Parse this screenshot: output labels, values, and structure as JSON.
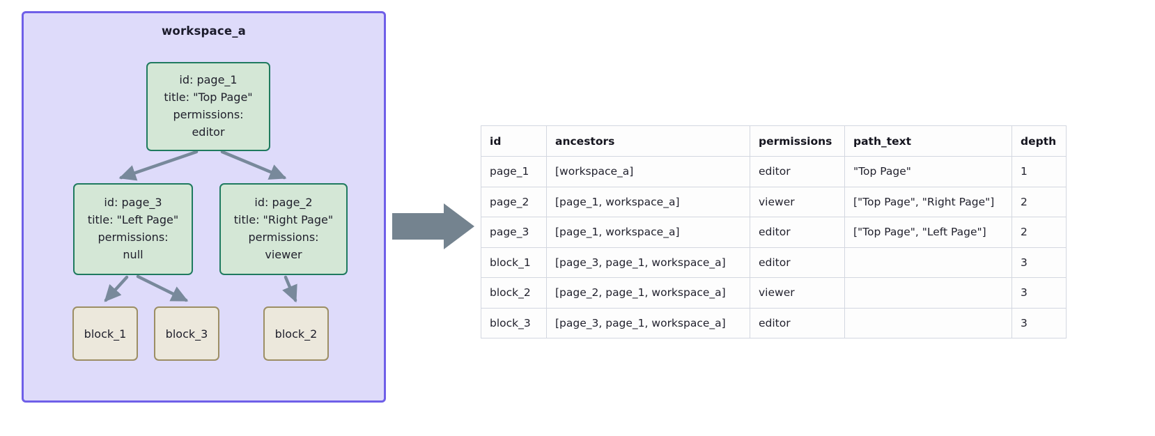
{
  "workspace": {
    "title": "workspace_a",
    "colors": {
      "panel_fill": "#dedbfa",
      "panel_border": "#6f5fe8",
      "page_node_fill": "#d4e7d6",
      "page_node_border": "#1f7a5f",
      "block_node_fill": "#ece8dc",
      "block_node_border": "#9c8e64",
      "edge": "#78899b",
      "arrow": "#74838f"
    },
    "nodes": {
      "page_1": {
        "id_line": "id: page_1",
        "title_line": "title: \"Top Page\"",
        "permissions_label": "permissions:",
        "permissions_value": "editor"
      },
      "page_3": {
        "id_line": "id: page_3",
        "title_line": "title: \"Left Page\"",
        "permissions_label": "permissions:",
        "permissions_value": "null"
      },
      "page_2": {
        "id_line": "id: page_2",
        "title_line": "title: \"Right Page\"",
        "permissions_label": "permissions:",
        "permissions_value": "viewer"
      },
      "block_1": {
        "label": "block_1"
      },
      "block_3": {
        "label": "block_3"
      },
      "block_2": {
        "label": "block_2"
      }
    }
  },
  "transition": {
    "icon": "right-block-arrow-icon"
  },
  "table": {
    "columns": [
      "id",
      "ancestors",
      "permissions",
      "path_text",
      "depth"
    ],
    "rows": [
      {
        "id": "page_1",
        "ancestors": "[workspace_a]",
        "permissions": "editor",
        "path_text": "\"Top Page\"",
        "depth": "1"
      },
      {
        "id": "page_2",
        "ancestors": "[page_1, workspace_a]",
        "permissions": "viewer",
        "path_text": "[\"Top Page\", \"Right Page\"]",
        "depth": "2"
      },
      {
        "id": "page_3",
        "ancestors": "[page_1, workspace_a]",
        "permissions": "editor",
        "path_text": "[\"Top Page\", \"Left Page\"]",
        "depth": "2"
      },
      {
        "id": "block_1",
        "ancestors": "[page_3, page_1, workspace_a]",
        "permissions": "editor",
        "path_text": "",
        "depth": "3"
      },
      {
        "id": "block_2",
        "ancestors": "[page_2, page_1, workspace_a]",
        "permissions": "viewer",
        "path_text": "",
        "depth": "3"
      },
      {
        "id": "block_3",
        "ancestors": "[page_3, page_1, workspace_a]",
        "permissions": "editor",
        "path_text": "",
        "depth": "3"
      }
    ]
  }
}
